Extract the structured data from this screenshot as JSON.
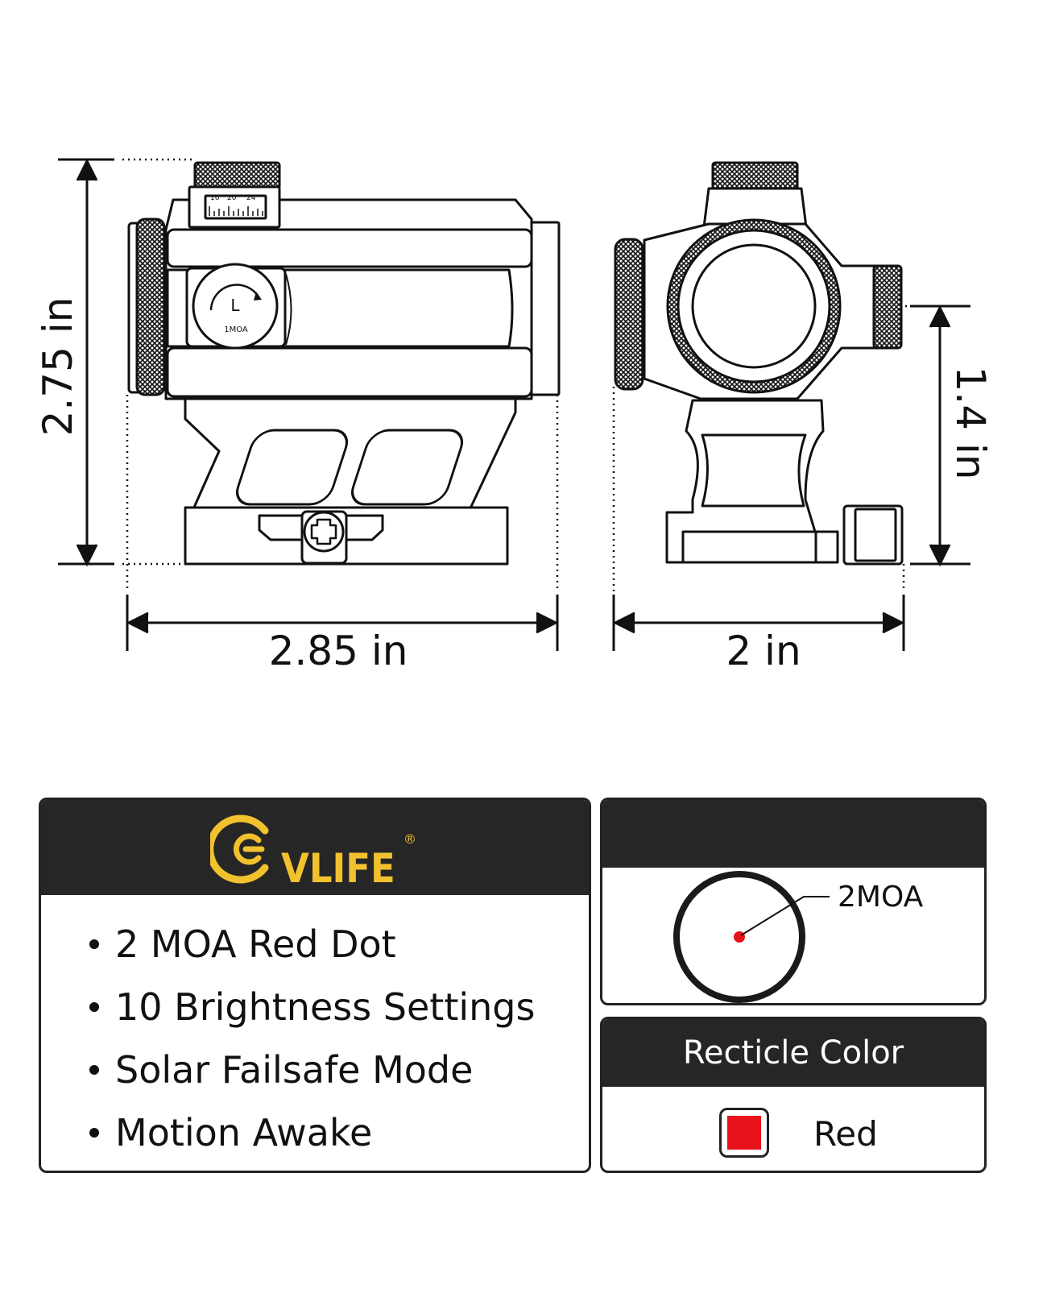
{
  "dimensions": {
    "height_label": "2.75 in",
    "length_label": "2.85 in",
    "mount_height_label": "1.4 in",
    "width_label": "2 in"
  },
  "scope_markings": {
    "turret_scale": [
      "16",
      "20",
      "24"
    ],
    "adjuster_letter": "L",
    "adjuster_label": "1MOA"
  },
  "brand": {
    "name": "VLIFE",
    "registered": "®",
    "color": "#f2c12e"
  },
  "features": [
    "2 MOA Red Dot",
    "10 Brightness Settings",
    "Solar Failsafe Mode",
    "Motion Awake"
  ],
  "reticle": {
    "label": "2MOA",
    "dot_color": "#e8121a"
  },
  "reticle_color": {
    "heading": "Recticle Color",
    "value": "Red",
    "swatch": "#e8121a"
  }
}
